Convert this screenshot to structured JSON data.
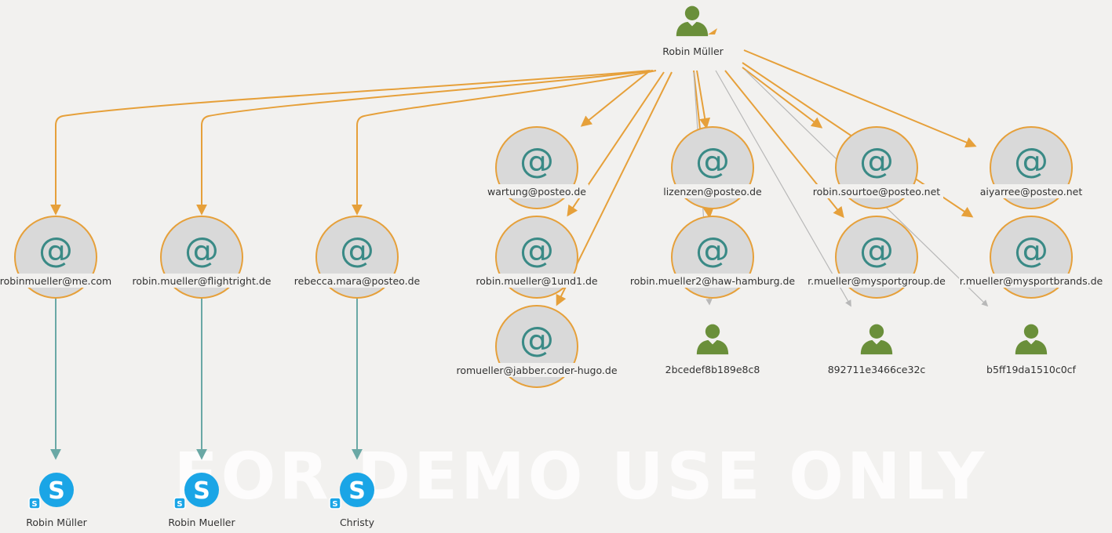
{
  "colors": {
    "background": "#f2f1ef",
    "edge_primary": "#e6a03a",
    "edge_secondary": "#b8b8b8",
    "edge_skype": "#6aa8a5",
    "email_node_fill": "#d9d9d9",
    "email_node_stroke": "#e6a03a",
    "email_glyph": "#3a8a86",
    "person_icon": "#6a8f3a",
    "skype_blue": "#1aa5e6"
  },
  "watermark": "FOR DEMO USE ONLY",
  "root": {
    "icon": "person-icon",
    "label": "Robin Müller"
  },
  "email_nodes": [
    {
      "id": "e1",
      "icon": "at-sign-icon",
      "glyph": "@",
      "label": "robinmueller@me.com"
    },
    {
      "id": "e2",
      "icon": "at-sign-icon",
      "glyph": "@",
      "label": "robin.mueller@flightright.de"
    },
    {
      "id": "e3",
      "icon": "at-sign-icon",
      "glyph": "@",
      "label": "rebecca.mara@posteo.de"
    },
    {
      "id": "e4",
      "icon": "at-sign-icon",
      "glyph": "@",
      "label": "wartung@posteo.de"
    },
    {
      "id": "e5",
      "icon": "at-sign-icon",
      "glyph": "@",
      "label": "robin.mueller@1und1.de"
    },
    {
      "id": "e6",
      "icon": "at-sign-icon",
      "glyph": "@",
      "label": "romueller@jabber.coder-hugo.de"
    },
    {
      "id": "e7",
      "icon": "at-sign-icon",
      "glyph": "@",
      "label": "lizenzen@posteo.de"
    },
    {
      "id": "e8",
      "icon": "at-sign-icon",
      "glyph": "@",
      "label": "robin.mueller2@haw-hamburg.de"
    },
    {
      "id": "e9",
      "icon": "at-sign-icon",
      "glyph": "@",
      "label": "robin.sourtoe@posteo.net"
    },
    {
      "id": "e10",
      "icon": "at-sign-icon",
      "glyph": "@",
      "label": "r.mueller@mysportgroup.de"
    },
    {
      "id": "e11",
      "icon": "at-sign-icon",
      "glyph": "@",
      "label": "aiyarree@posteo.net"
    },
    {
      "id": "e12",
      "icon": "at-sign-icon",
      "glyph": "@",
      "label": "r.mueller@mysportbrands.de"
    }
  ],
  "person_nodes": [
    {
      "id": "p1",
      "icon": "person-icon",
      "label": "2bcedef8b189e8c8"
    },
    {
      "id": "p2",
      "icon": "person-icon",
      "label": "892711e3466ce32c"
    },
    {
      "id": "p3",
      "icon": "person-icon",
      "label": "b5ff19da1510c0cf"
    }
  ],
  "skype_nodes": [
    {
      "id": "s1",
      "icon": "skype-icon",
      "glyph": "S",
      "label": "Robin Müller"
    },
    {
      "id": "s2",
      "icon": "skype-icon",
      "glyph": "S",
      "label": "Robin Mueller"
    },
    {
      "id": "s3",
      "icon": "skype-icon",
      "glyph": "S",
      "label": "Christy"
    }
  ]
}
